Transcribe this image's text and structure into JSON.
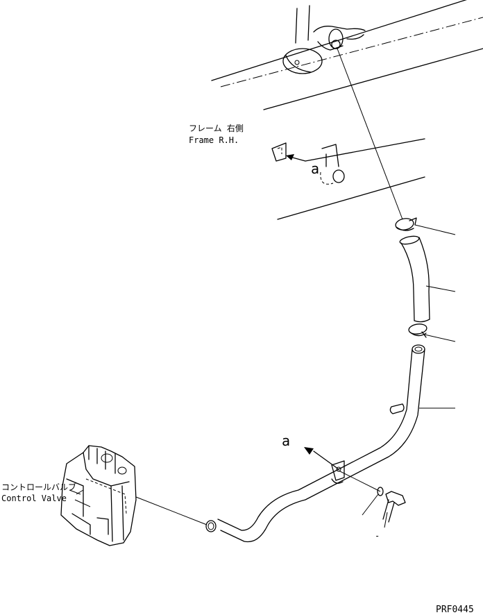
{
  "labels": {
    "frame_jp": "フレーム 右側",
    "frame_en": "Frame R.H.",
    "view_a_top": "a",
    "view_a_bottom": "a",
    "valve_jp": "コントロールバルブ",
    "valve_en": "Control Valve",
    "part_code": "PRF0445",
    "tick_mark": "-"
  }
}
